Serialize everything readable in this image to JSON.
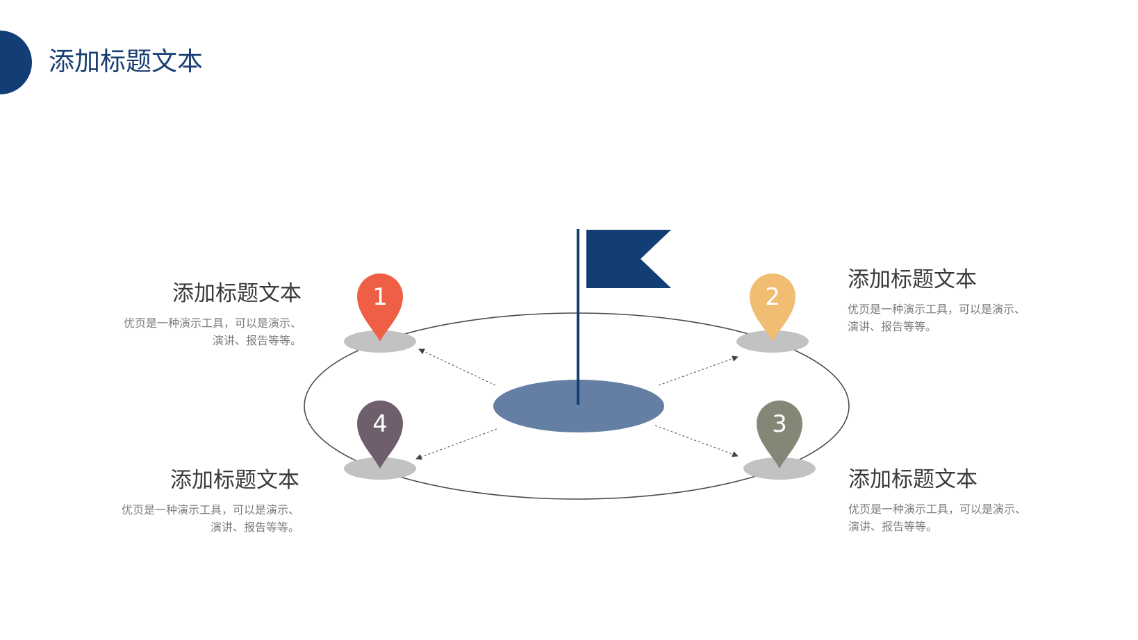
{
  "header": {
    "title": "添加标题文本",
    "accent_color": "#133d75"
  },
  "diagram": {
    "flag_color": "#133d75",
    "center_disk_color": "#647fa3",
    "ring_color": "#4a4a4a",
    "pin_shadow_color": "#c2c2c2",
    "pins": [
      {
        "number": "1",
        "color": "#ef5f45"
      },
      {
        "number": "2",
        "color": "#f0bd72"
      },
      {
        "number": "3",
        "color": "#828875"
      },
      {
        "number": "4",
        "color": "#6f5f6d"
      }
    ]
  },
  "blocks": [
    {
      "id": "1",
      "heading": "添加标题文本",
      "desc_line1": "优页是一种演示工具，可以是演示、",
      "desc_line2": "演讲、报告等等。"
    },
    {
      "id": "2",
      "heading": "添加标题文本",
      "desc_line1": "优页是一种演示工具，可以是演示、",
      "desc_line2": "演讲、报告等等。"
    },
    {
      "id": "3",
      "heading": "添加标题文本",
      "desc_line1": "优页是一种演示工具，可以是演示、",
      "desc_line2": "演讲、报告等等。"
    },
    {
      "id": "4",
      "heading": "添加标题文本",
      "desc_line1": "优页是一种演示工具，可以是演示、",
      "desc_line2": "演讲、报告等等。"
    }
  ]
}
